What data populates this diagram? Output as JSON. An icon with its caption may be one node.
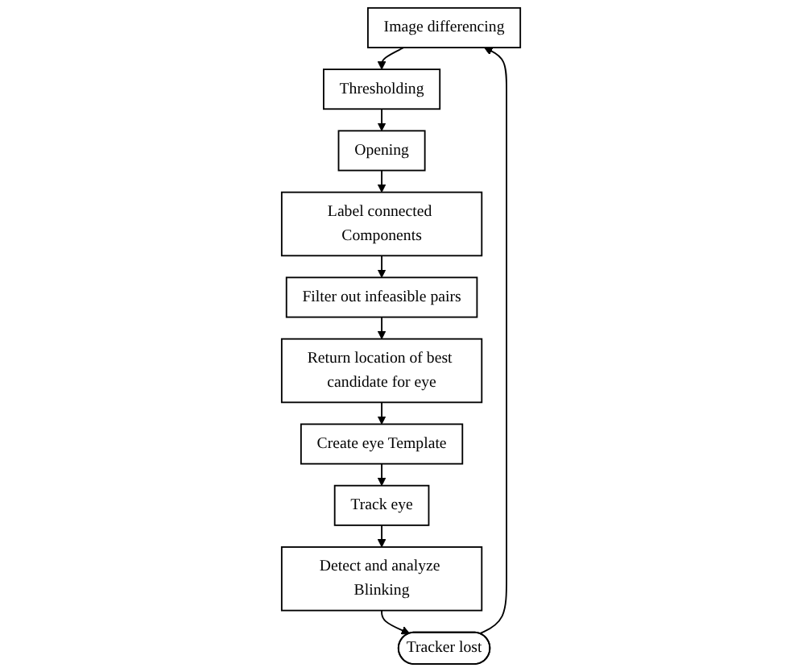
{
  "diagram": {
    "nodes": [
      {
        "text": [
          "Image differencing"
        ]
      },
      {
        "text": [
          "Thresholding"
        ]
      },
      {
        "text": [
          "Opening"
        ]
      },
      {
        "text": [
          "Label connected Components"
        ]
      },
      {
        "text": [
          "Filter out infeasible pairs"
        ]
      },
      {
        "text": [
          "Return location of best candidate for eye"
        ]
      },
      {
        "text": [
          "Create eye Template"
        ]
      },
      {
        "text": [
          "Track eye"
        ]
      },
      {
        "text": [
          "Detect and analyze Blinking"
        ]
      },
      {
        "text": [
          "Tracker lost"
        ]
      }
    ],
    "edges": [
      {
        "from": 0,
        "to": 1,
        "arrow": "to"
      },
      {
        "from": 1,
        "to": 2,
        "arrow": "to"
      },
      {
        "from": 2,
        "to": 3,
        "arrow": "to"
      },
      {
        "from": 3,
        "to": 4,
        "arrow": "to"
      },
      {
        "from": 4,
        "to": 5,
        "arrow": "to"
      },
      {
        "from": 5,
        "to": 6,
        "arrow": "to"
      },
      {
        "from": 6,
        "to": 7,
        "arrow": "to"
      },
      {
        "from": 7,
        "to": 8,
        "arrow": "to"
      },
      {
        "from": 8,
        "to": 9,
        "arrow": "to"
      },
      {
        "from": 9,
        "to": 0,
        "arrow": "to"
      }
    ]
  }
}
